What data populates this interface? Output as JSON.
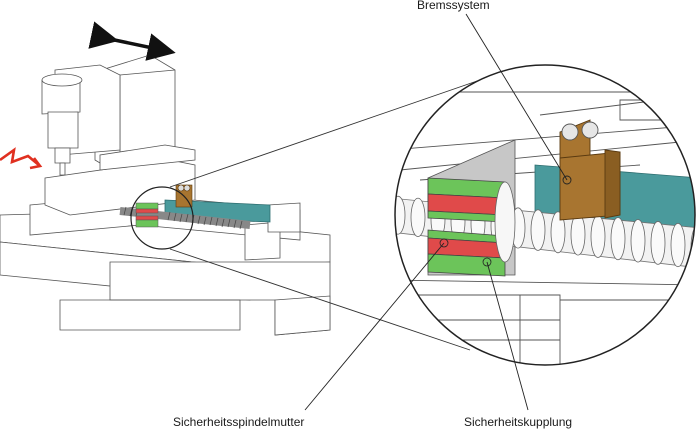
{
  "labels": {
    "brake": "Bremssystem",
    "spindle_nut": "Sicherheitsspindelmutter",
    "coupling": "Sicherheitskupplung"
  },
  "colors": {
    "green": "#6cc45a",
    "red": "#e04a4a",
    "brass": "#a87530",
    "teal": "#4a9a9c",
    "gray": "#c7c7c7",
    "line": "#444444",
    "arrow_red": "#e03020"
  },
  "icons": {
    "motion_arrow": "double-arrow-icon",
    "lightning": "lightning-bolt-icon"
  }
}
